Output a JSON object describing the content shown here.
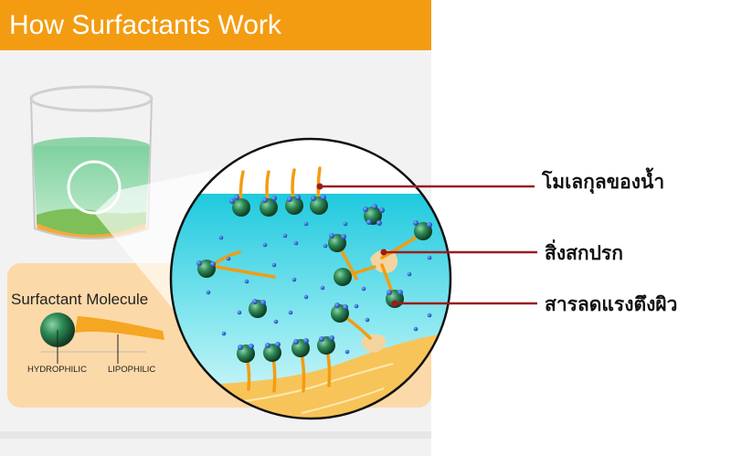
{
  "title": "How Surfactants Work",
  "molecule": {
    "title": "Surfactant Molecule",
    "hydrophilic": "HYDROPHILIC",
    "lipophilic": "LIPOPHILIC"
  },
  "callouts": {
    "water": "โมเลกุลของน้ำ",
    "dirt": "สิ่งสกปรก",
    "surfactant": "สารลดแรงตึงผิว"
  },
  "colors": {
    "title_bar": "#f39c12",
    "panel": "#f2f2f2",
    "water": "#33d3e3",
    "molecule_head": "#1f6b3a",
    "tail": "#f39c12",
    "callout_line": "#9b1c1c"
  }
}
